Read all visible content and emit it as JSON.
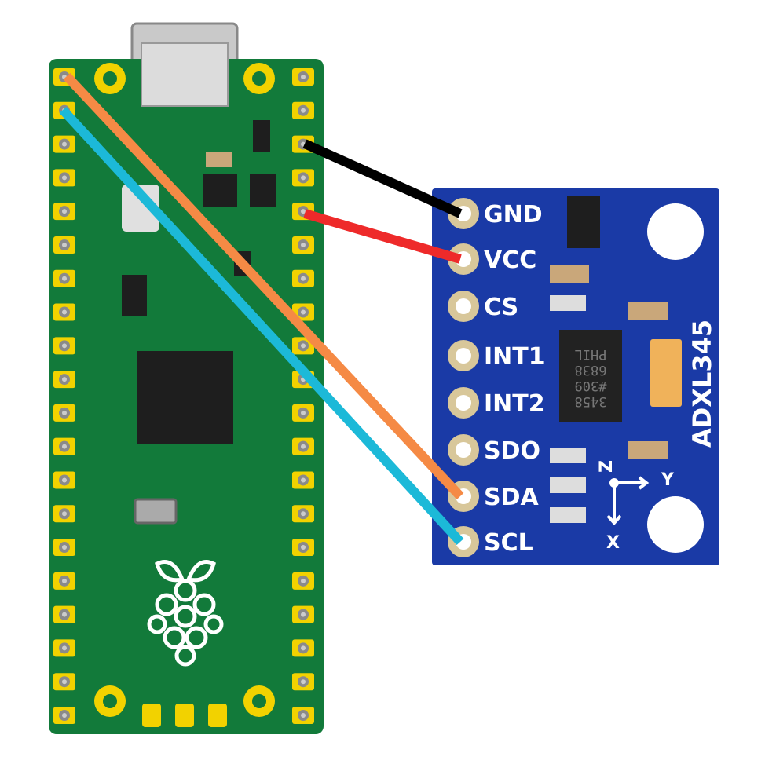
{
  "pico": {
    "board_color": "#127a3a",
    "pin_count_per_side": 20
  },
  "sensor": {
    "title": "ADXL345",
    "board_color": "#1a3aa6",
    "pins": [
      "GND",
      "VCC",
      "CS",
      "INT1",
      "INT2",
      "SDO",
      "SDA",
      "SCL"
    ],
    "axes": {
      "z": "Z",
      "y": "Y",
      "x": "X"
    },
    "chip_marking": [
      "PHIL",
      "6838",
      "#309",
      "3458"
    ]
  },
  "wires": [
    {
      "name": "gnd-wire",
      "color": "#000000",
      "to": "GND"
    },
    {
      "name": "vcc-wire",
      "color": "#ee2a2a",
      "to": "VCC"
    },
    {
      "name": "sda-wire",
      "color": "#f58a45",
      "to": "SDA"
    },
    {
      "name": "scl-wire",
      "color": "#1cb9d8",
      "to": "SCL"
    }
  ]
}
